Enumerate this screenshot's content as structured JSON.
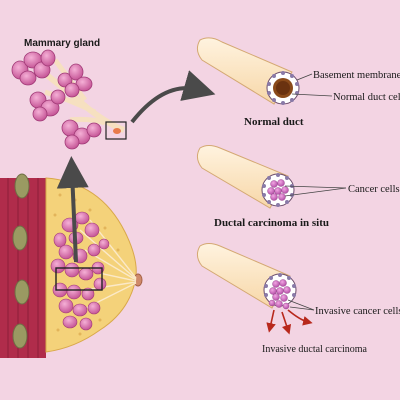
{
  "labels": {
    "mammary_gland": "Mammary gland",
    "basement_membrane": "Basement membrane",
    "normal_duct_cell": "Normal duct cell",
    "normal_duct": "Normal duct",
    "cancer_cells": "Cancer cells",
    "dcis": "Ductal carcinoma in situ",
    "invasive_cancer_cells": "Invasive cancer cells",
    "idc": "Invasive ductal carcinoma"
  },
  "colors": {
    "background": "#f3d4e3",
    "lobule": "#d96aa8",
    "duct_tube": "#fbe4c4",
    "cancer": "#c560b6",
    "arrow": "#4a4a4a",
    "invasion_arrow": "#b8281c",
    "muscle": "#b02c4b",
    "fat": "#f4d27a"
  }
}
